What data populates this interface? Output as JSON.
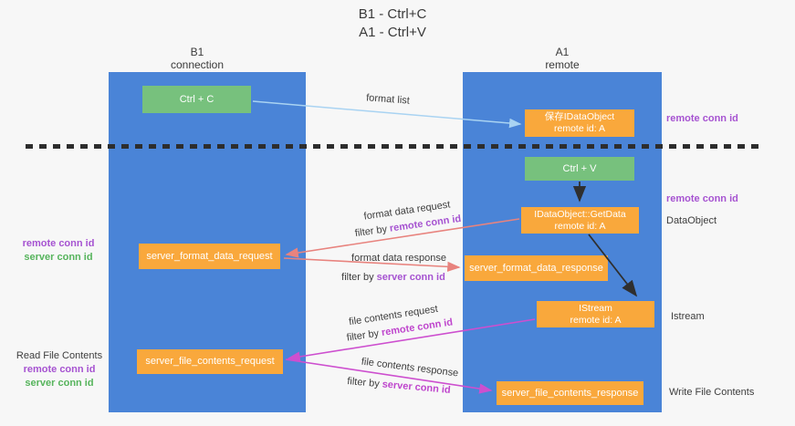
{
  "title": {
    "line1": "B1 - Ctrl+C",
    "line2": "A1 - Ctrl+V"
  },
  "columns": {
    "left": {
      "name": "B1",
      "subtitle": "connection"
    },
    "right": {
      "name": "A1",
      "subtitle": "remote"
    }
  },
  "boxes": {
    "ctrl_c": {
      "label": "Ctrl + C"
    },
    "save_idataobject": {
      "line1": "保存IDataObject",
      "line2": "remote id: A"
    },
    "ctrl_v": {
      "label": "Ctrl + V"
    },
    "getdata": {
      "line1": "IDataObject::GetData",
      "line2": "remote id: A"
    },
    "format_request": {
      "label": "server_format_data_request"
    },
    "format_response": {
      "label": "server_format_data_response"
    },
    "istream": {
      "line1": "IStream",
      "line2": "remote id: A"
    },
    "file_request": {
      "label": "server_file_contents_request"
    },
    "file_response": {
      "label": "server_file_contents_response"
    }
  },
  "flow_labels": {
    "format_list": "format list",
    "format_request": "format data request",
    "format_request_filter": {
      "prefix": "filter by",
      "id": "remote conn id"
    },
    "format_response": "format data response",
    "format_response_filter": {
      "prefix": "filter by",
      "id": "server conn id"
    },
    "file_request": "file contents request",
    "file_request_filter": {
      "prefix": "filter by",
      "id": "remote conn id"
    },
    "file_response": "file contents response",
    "file_response_filter": {
      "prefix": "filter by",
      "id": "server conn id"
    }
  },
  "side_labels": {
    "left_top": {
      "remote": "remote conn id",
      "server": "server conn id"
    },
    "left_bottom": {
      "read": "Read File Contents",
      "remote": "remote conn id",
      "server": "server conn id"
    },
    "right": {
      "conn_top": "remote conn id",
      "conn_mid": "remote conn id",
      "dataobject": "DataObject",
      "istream": "Istream",
      "write": "Write File Contents"
    }
  },
  "colors": {
    "background": "#f7f7f7",
    "lifeline_blue": "#4a84d7",
    "box_green": "#77c17d",
    "box_orange": "#f9a83c",
    "conn_id_purple": "#a653d1",
    "conn_id_green": "#56b45c",
    "arrow_light_blue": "#a9d3f2",
    "arrow_salmon": "#e8837e",
    "arrow_magenta": "#cd4fcf",
    "arrow_black": "#2f2f2f"
  }
}
